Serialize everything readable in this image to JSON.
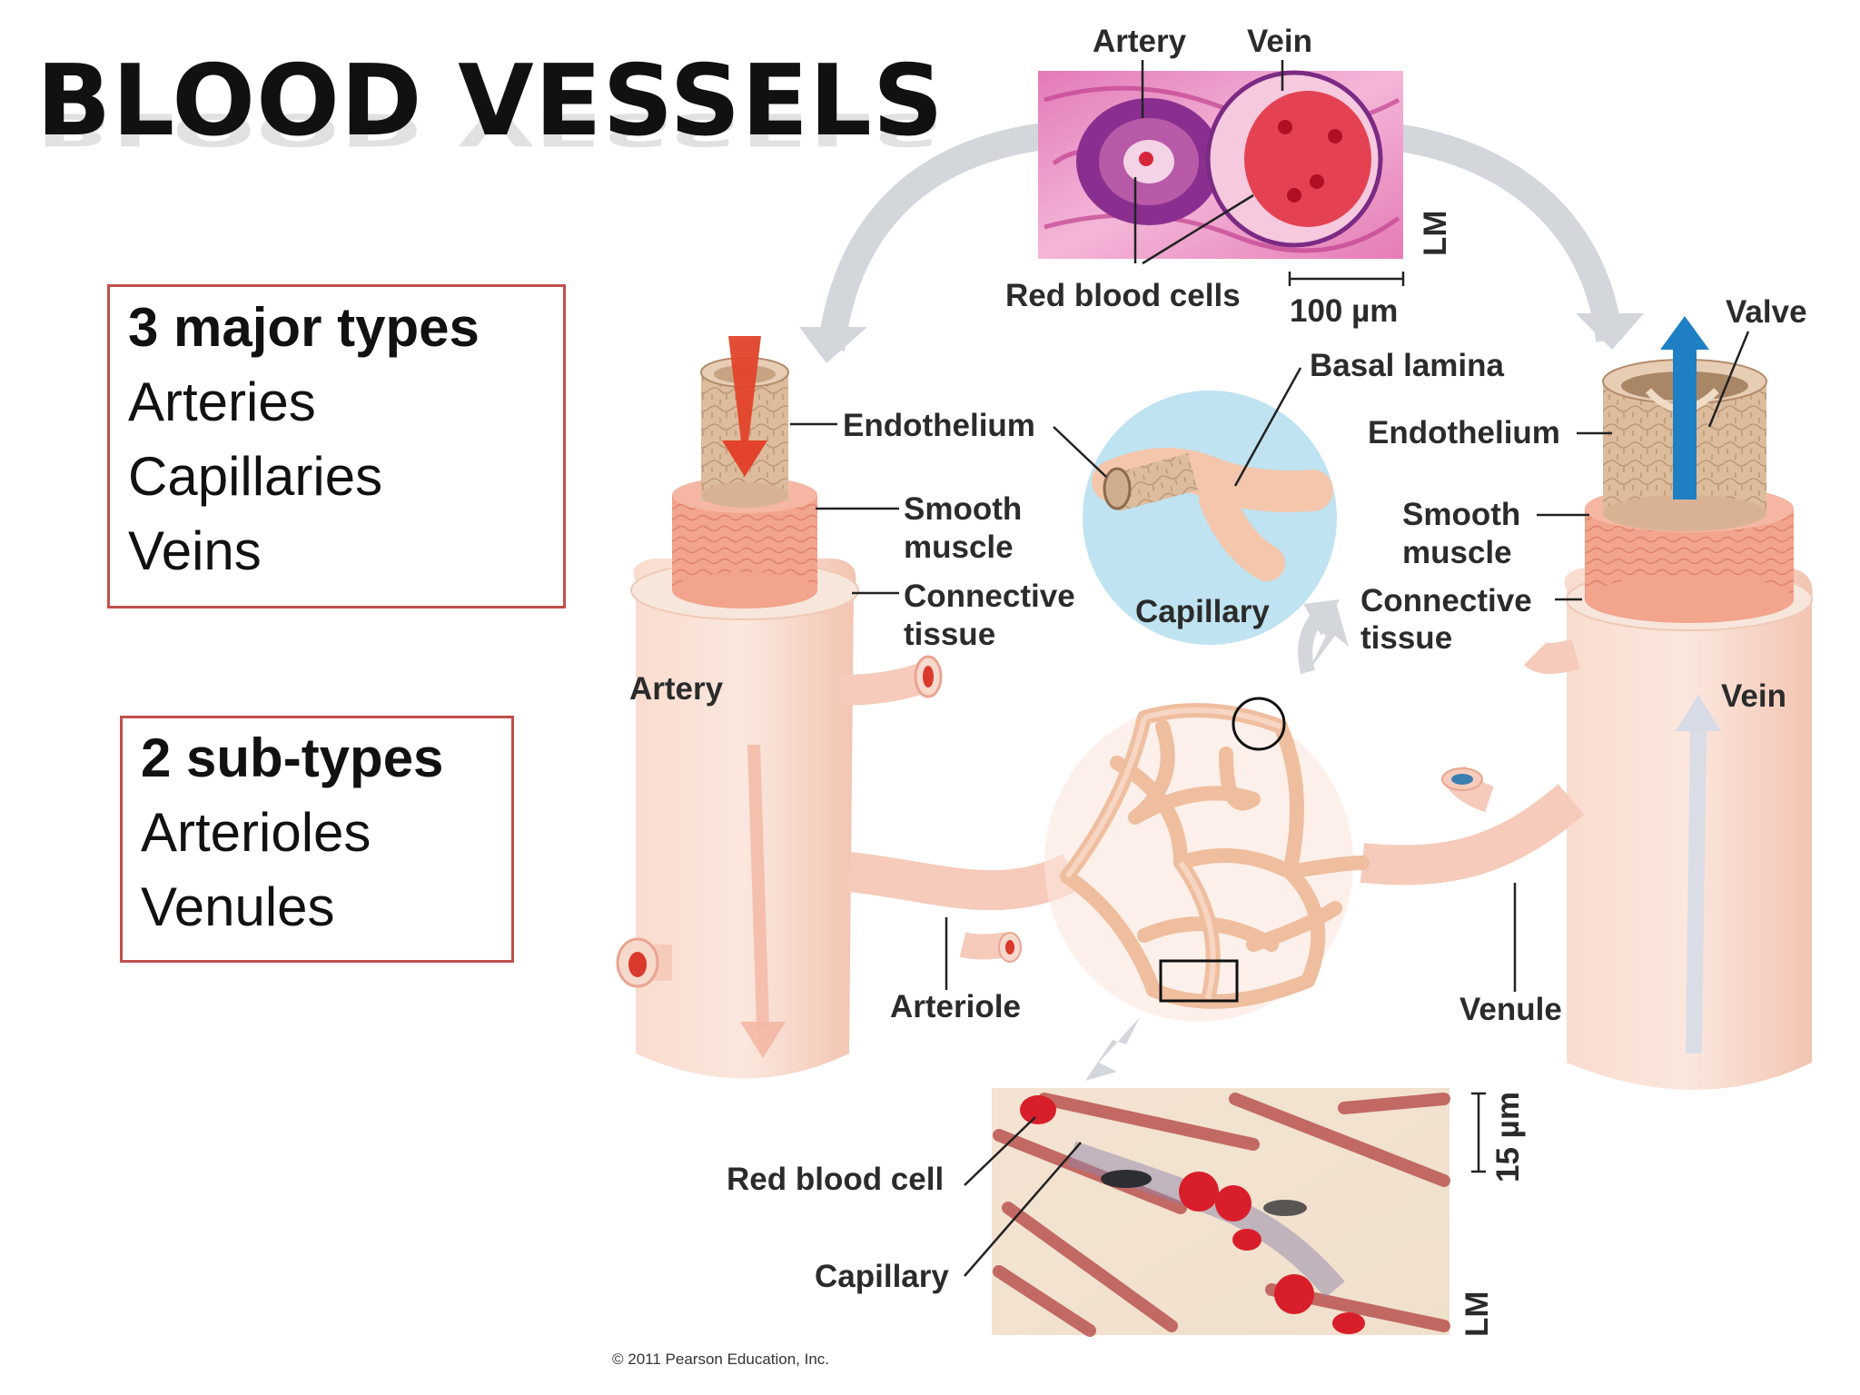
{
  "title": "BLOOD VESSELS",
  "major_box": {
    "heading": "3 major types",
    "items": [
      "Arteries",
      "Capillaries",
      "Veins"
    ]
  },
  "sub_box": {
    "heading": "2 sub-types",
    "items": [
      "Arterioles",
      "Venules"
    ]
  },
  "diagram_labels": {
    "artery_top": "Artery",
    "vein_top": "Vein",
    "red_blood_cells": "Red blood cells",
    "scale_top": "100 µm",
    "lm_top": "LM",
    "basal_lamina": "Basal lamina",
    "valve": "Valve",
    "endothelium_left": "Endothelium",
    "endothelium_right": "Endothelium",
    "smooth_left_1": "Smooth",
    "smooth_left_2": "muscle",
    "smooth_right_1": "Smooth",
    "smooth_right_2": "muscle",
    "connective_left_1": "Connective",
    "connective_left_2": "tissue",
    "connective_right_1": "Connective",
    "connective_right_2": "tissue",
    "capillary": "Capillary",
    "artery": "Artery",
    "vein": "Vein",
    "arteriole": "Arteriole",
    "venule": "Venule",
    "red_blood_cell": "Red blood cell",
    "capillary_bottom": "Capillary",
    "scale_bottom": "15 µm",
    "lm_bottom": "LM",
    "copyright": "© 2011 Pearson Education, Inc."
  },
  "colors": {
    "box_border": "#c0504d",
    "vessel_pink": "#f6cbbb",
    "muscle_pink": "#f3a08a",
    "endothelium_tan": "#d9b99a",
    "arrow_red": "#e2432a",
    "arrow_blue": "#1f7fc4",
    "capillary_circle": "#bfe3f0"
  }
}
